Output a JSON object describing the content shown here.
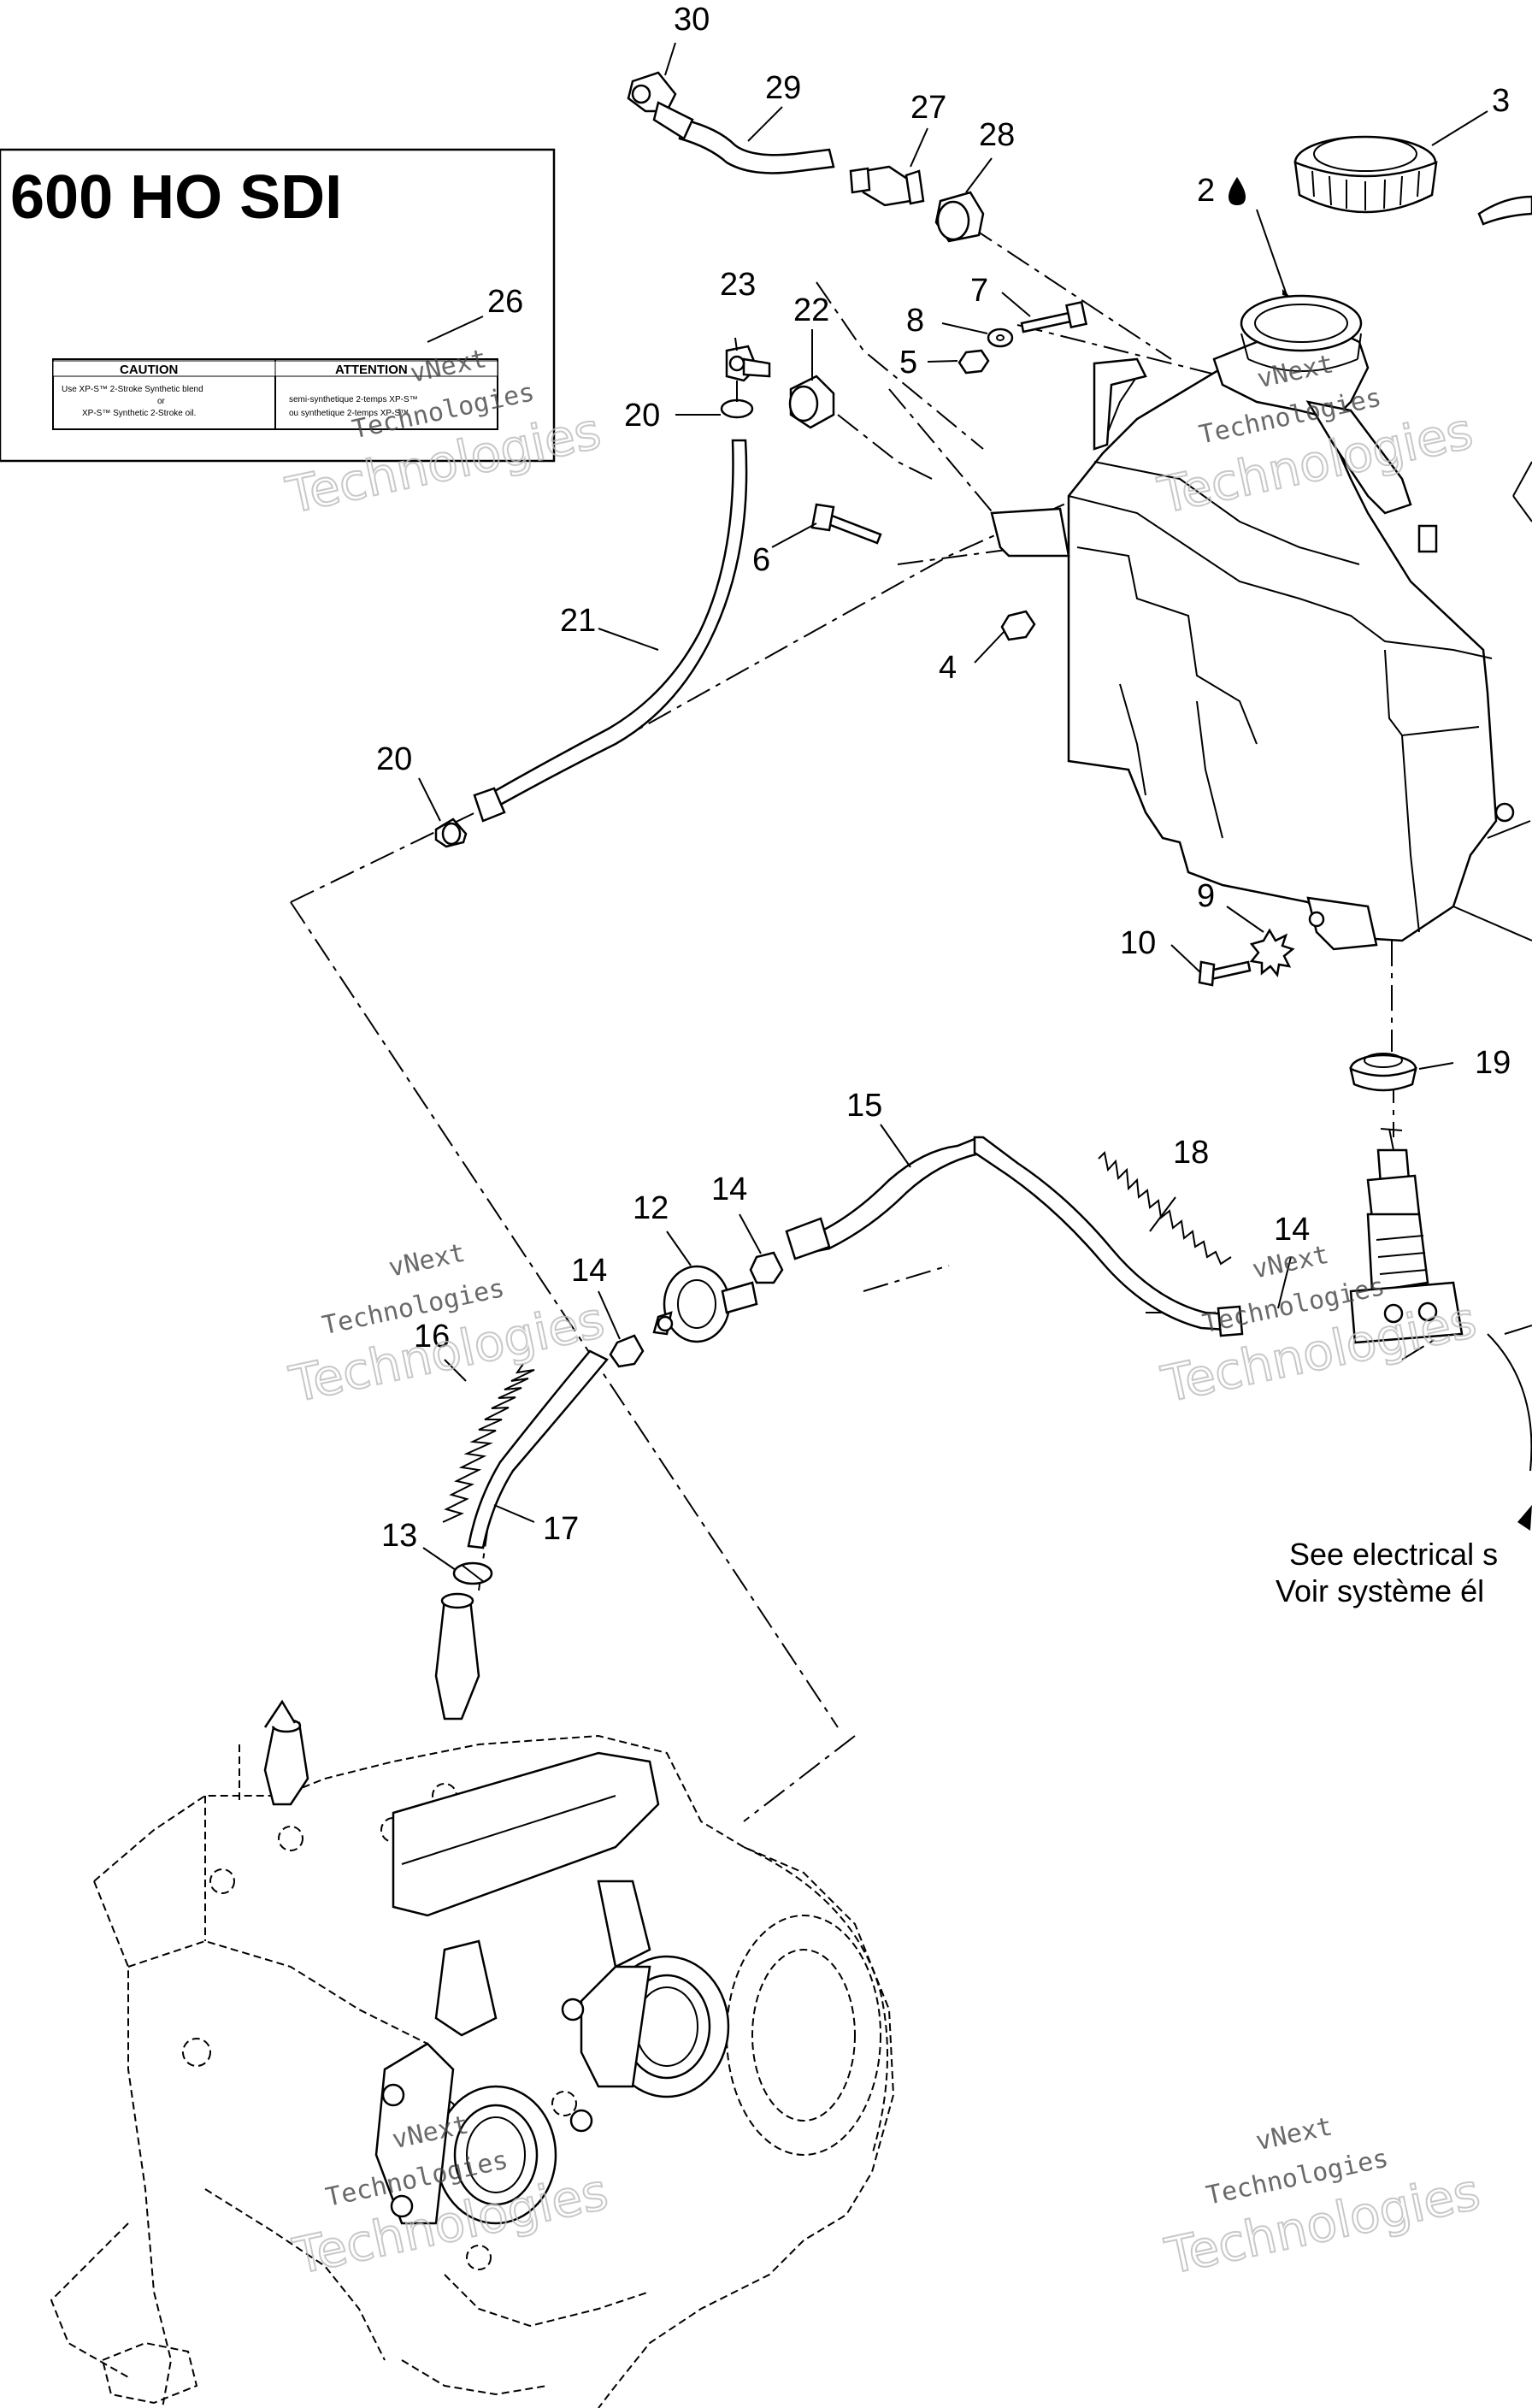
{
  "model_box": {
    "title": "600 HO SDI",
    "decal_callout": "26",
    "decal": {
      "left_header": "CAUTION",
      "left_line1": "Use XP-S™ 2-Stroke Synthetic blend",
      "left_line2": "or",
      "left_line3": "XP-S™ Synthetic 2-Stroke oil.",
      "right_header": "ATTENTION",
      "right_line1": "semi-synthetique 2-temps XP-S™",
      "right_line2": "ou synthetique 2-temps XP-S™"
    }
  },
  "callouts": {
    "c2": "2",
    "c3": "3",
    "c4": "4",
    "c5": "5",
    "c6": "6",
    "c7": "7",
    "c8": "8",
    "c9": "9",
    "c10": "10",
    "c12": "12",
    "c13": "13",
    "c14a": "14",
    "c14b": "14",
    "c14c": "14",
    "c15": "15",
    "c16": "16",
    "c17": "17",
    "c18": "18",
    "c19": "19",
    "c20a": "20",
    "c20b": "20",
    "c21": "21",
    "c22": "22",
    "c23": "23",
    "c27": "27",
    "c28": "28",
    "c29": "29",
    "c30": "30"
  },
  "note": {
    "line1": "See electrical s",
    "line2": "Voir système él"
  },
  "watermark": {
    "line1": "vNext",
    "line2": "Technologies",
    "big": "Technologies"
  }
}
